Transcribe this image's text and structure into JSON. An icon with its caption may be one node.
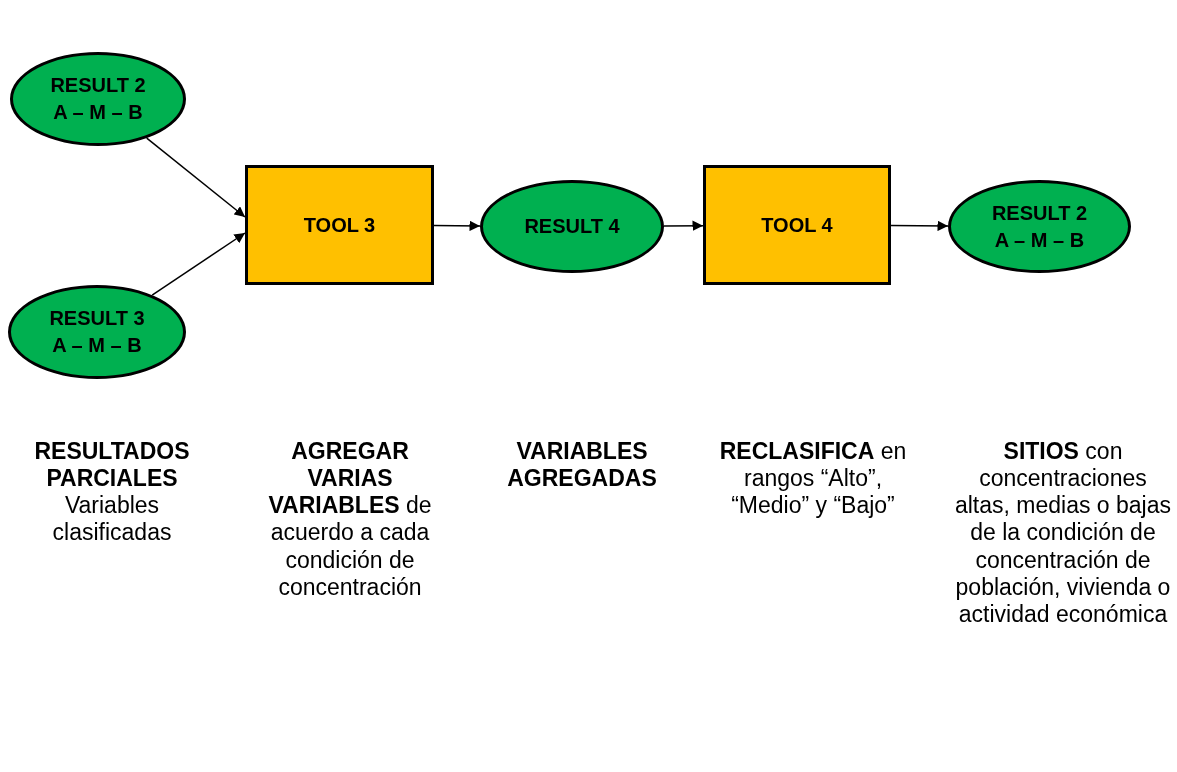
{
  "diagram": {
    "nodes": [
      {
        "text": [
          "RESULT 2",
          "A – M – B"
        ]
      },
      {
        "text": [
          "RESULT 3",
          "A – M – B"
        ]
      },
      {
        "text": [
          "TOOL 3"
        ]
      },
      {
        "text": [
          "RESULT 4"
        ]
      },
      {
        "text": [
          "TOOL 4"
        ]
      },
      {
        "text": [
          "RESULT 2",
          "A – M – B"
        ]
      }
    ],
    "edges": [
      {
        "from": 0,
        "to": 2,
        "arrow": "to"
      },
      {
        "from": 1,
        "to": 2,
        "arrow": "to"
      },
      {
        "from": 2,
        "to": 3,
        "arrow": "to"
      },
      {
        "from": 3,
        "to": 4,
        "arrow": "to"
      },
      {
        "from": 4,
        "to": 5,
        "arrow": "to"
      }
    ],
    "labels": [
      "**RESULTADOS PARCIALES** Variables clasificadas",
      "**AGREGAR VARIAS VARIABLES** de acuerdo a cada condición de concentración",
      "**VARIABLES AGREGADAS**",
      "**RECLASIFICA** en rangos “Alto”, “Medio” y “Bajo”",
      "**SITIOS** con concentraciones altas, medias o bajas de la condición de concentración de población, vivienda o actividad económica"
    ]
  }
}
